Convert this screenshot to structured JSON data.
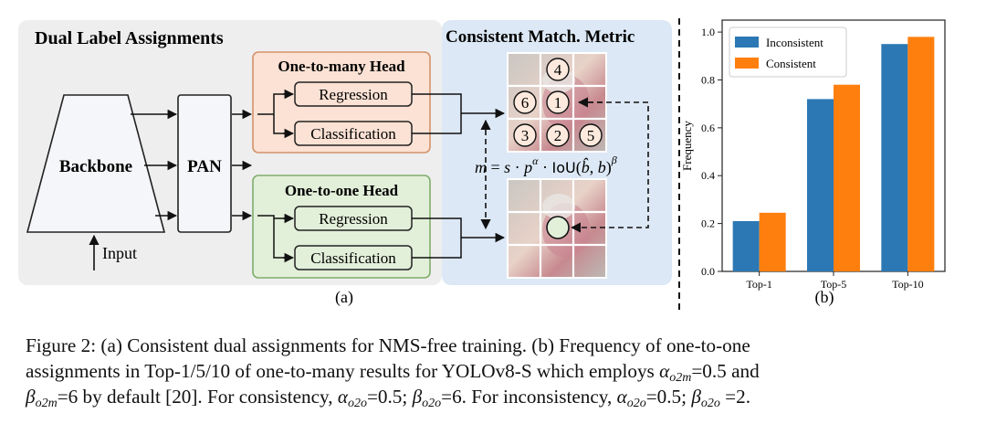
{
  "panel_a": {
    "dual_title": "Dual Label Assignments",
    "metric_title": "Consistent Match. Metric",
    "backbone": "Backbone",
    "pan": "PAN",
    "input": "Input",
    "o2m_head": "One-to-many Head",
    "o2o_head": "One-to-one Head",
    "regression": "Regression",
    "classification": "Classification",
    "formula": "m = s · p^α · IoU(b̂, b)^β",
    "grid_numbers": [
      "4",
      "6",
      "1",
      "3",
      "2",
      "5"
    ],
    "label": "(a)"
  },
  "panel_b_label": "(b)",
  "chart_data": {
    "type": "bar",
    "categories": [
      "Top-1",
      "Top-5",
      "Top-10"
    ],
    "series": [
      {
        "name": "Inconsistent",
        "values": [
          0.21,
          0.72,
          0.95
        ],
        "color": "#2b78b4"
      },
      {
        "name": "Consistent",
        "values": [
          0.245,
          0.78,
          0.98
        ],
        "color": "#ff7f0e"
      }
    ],
    "ylabel": "Frequency",
    "xlabel": "",
    "ylim": [
      0,
      1.05
    ],
    "yticks": [
      "0.0",
      "0.2",
      "0.4",
      "0.6",
      "0.8",
      "1.0"
    ],
    "legend": "top-left"
  },
  "caption": {
    "line1": "Figure 2: (a) Consistent dual assignments for NMS-free training. (b) Frequency of one-to-one",
    "line2_a": "assignments in Top-1/5/10 of one-to-many results for YOLOv8-S which employs ",
    "alpha": "α",
    "o2m": "o2m",
    "o2o": "o2o",
    "beta": "β",
    "line2_b": "=0.5 and",
    "line3_a": "=6 by default [20]. For consistency, ",
    "line3_b": "=0.5; ",
    "line3_c": "=6. For inconsistency, ",
    "line3_d": "=0.5; ",
    "line3_e": " =2."
  },
  "colors": {
    "dual_bg": "#eeeeee",
    "metric_bg": "#dce8f5",
    "o2m_fill": "#fbe2d4",
    "o2m_stroke": "#d4926a",
    "o2o_fill": "#e2efd9",
    "o2o_stroke": "#7fae6a"
  }
}
